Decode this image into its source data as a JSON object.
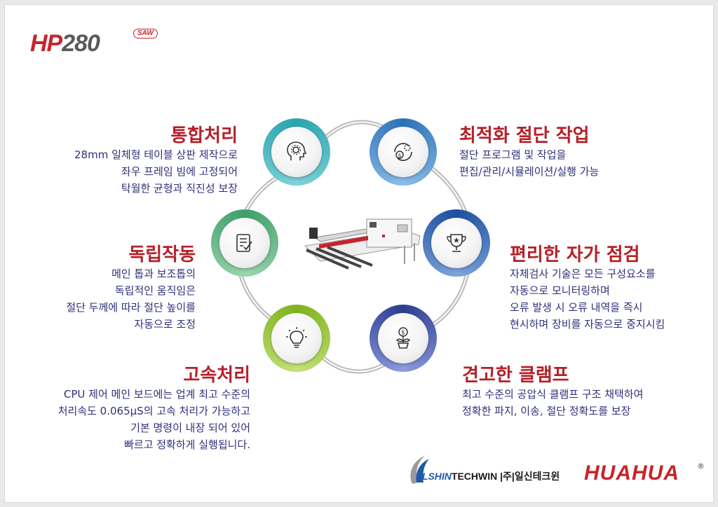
{
  "brand": {
    "name_prefix": "HP",
    "name_number": "280",
    "badge": "SAW"
  },
  "features": [
    {
      "title": "통합처리",
      "lines": [
        "28mm 일체형 테이블 상판 제작으로",
        "좌우 프레임 빔에 고정되어",
        "탁월한 균형과 직진성 보장"
      ],
      "color": "#45b7bf"
    },
    {
      "title": "최적화 절단 작업",
      "lines": [
        "절단 프로그램 및 작업을",
        "편집/관리/시뮬레이션/실행 가능"
      ],
      "color": "#3f88c8"
    },
    {
      "title": "독립작동",
      "lines": [
        "메인 톱과 보조톱의",
        "독립적인 움직임은",
        "절단 두께에 따라 절단 높이를",
        "자동으로 조정"
      ],
      "color": "#4fb27a"
    },
    {
      "title": "편리한 자가 점검",
      "lines": [
        "자체검사 기술은 모든 구성요소를",
        "자동으로 모니터링하며",
        "오류 발생 시 오류 내역을 즉시",
        "현시하며 장비를 자동으로 중지시킴"
      ],
      "color": "#2e5fb0"
    },
    {
      "title": "고속처리",
      "lines": [
        "CPU 제어 메인 보드에는 업계 최고 수준의",
        "처리속도 0.065μS의 고속 처리가 가능하고",
        "기본 명령이 내장 되어 있어",
        "빠르고 정확하게 실행됩니다."
      ],
      "color": "#8dbf2f"
    },
    {
      "title": "견고한 클램프",
      "lines": [
        "최고 수준의 공압식 클램프 구조 채택하여",
        "정확한 파지, 이송, 절단 정확도를 보장"
      ],
      "color": "#3a4fa0"
    }
  ],
  "icons": [
    "head-gear-icon",
    "money-cycle-icon",
    "checklist-icon",
    "trophy-icon",
    "lightbulb-icon",
    "money-plant-icon"
  ],
  "footer": {
    "ilshin_accent": "ILSHIN",
    "ilshin_rest": "TECHWIN",
    "ilshin_korean": "|주|일신테크윈",
    "huahua": "HUAHUA",
    "registered": "®"
  },
  "colors": {
    "title_red": "#b5202a",
    "text_navy": "#2f2f7a",
    "brand_red": "#c8232c"
  }
}
